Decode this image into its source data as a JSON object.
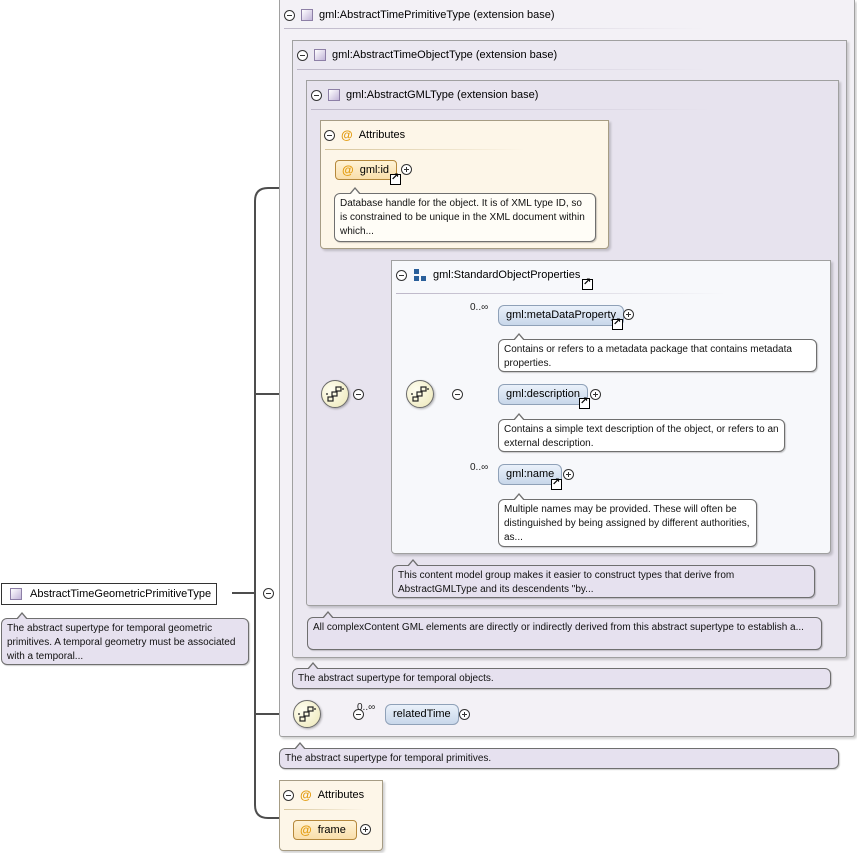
{
  "root": {
    "label": "AbstractTimeGeometricPrimitiveType",
    "doc": "The abstract supertype for temporal geometric primitives. A temporal geometry must be associated with a temporal..."
  },
  "ext_time_primitive": {
    "title": "gml:AbstractTimePrimitiveType (extension base)",
    "doc": "The abstract supertype for temporal primitives."
  },
  "ext_time_object": {
    "title": "gml:AbstractTimeObjectType (extension base)",
    "doc": "The abstract supertype for temporal objects."
  },
  "ext_gml": {
    "title": "gml:AbstractGMLType (extension base)",
    "doc": "All complexContent GML elements are directly or indirectly derived from this abstract supertype to establish a..."
  },
  "attributes_gml": {
    "title": "Attributes",
    "id_label": "gml:id",
    "id_doc": "Database handle for the object. It is of XML type ID, so is constrained to be unique in the XML document within which..."
  },
  "std_props": {
    "title": "gml:StandardObjectProperties",
    "doc": "This content model group makes it easier to construct types that derive from AbstractGMLType and its descendents \"by...",
    "items": [
      {
        "label": "gml:metaDataProperty",
        "card": "0..∞",
        "doc": "Contains or refers to a metadata package that contains metadata properties."
      },
      {
        "label": "gml:description",
        "card": "",
        "doc": "Contains a simple text description of the object, or refers to an external description."
      },
      {
        "label": "gml:name",
        "card": "0..∞",
        "doc": "Multiple names may be provided. These will often be distinguished by being assigned by different authorities, as..."
      }
    ]
  },
  "related_time": {
    "label": "relatedTime",
    "card": "0..∞"
  },
  "attributes_bottom": {
    "title": "Attributes",
    "frame_label": "frame"
  },
  "icons": {
    "type_icon": "complex-type-icon",
    "attribute_icon": "at-sign-icon",
    "group_icon": "group-icon",
    "sequence_icon": "sequence-compositor-icon",
    "reference_icon": "reference-arrow-icon",
    "collapse_icon": "minus-circle-icon",
    "expand_icon": "plus-circle-icon"
  },
  "colors": {
    "frame_border": "#a0a0a0",
    "element_fill": "#c8d7ea",
    "attribute_fill": "#f9deaa",
    "doc_fill": "#e6e1ef"
  }
}
